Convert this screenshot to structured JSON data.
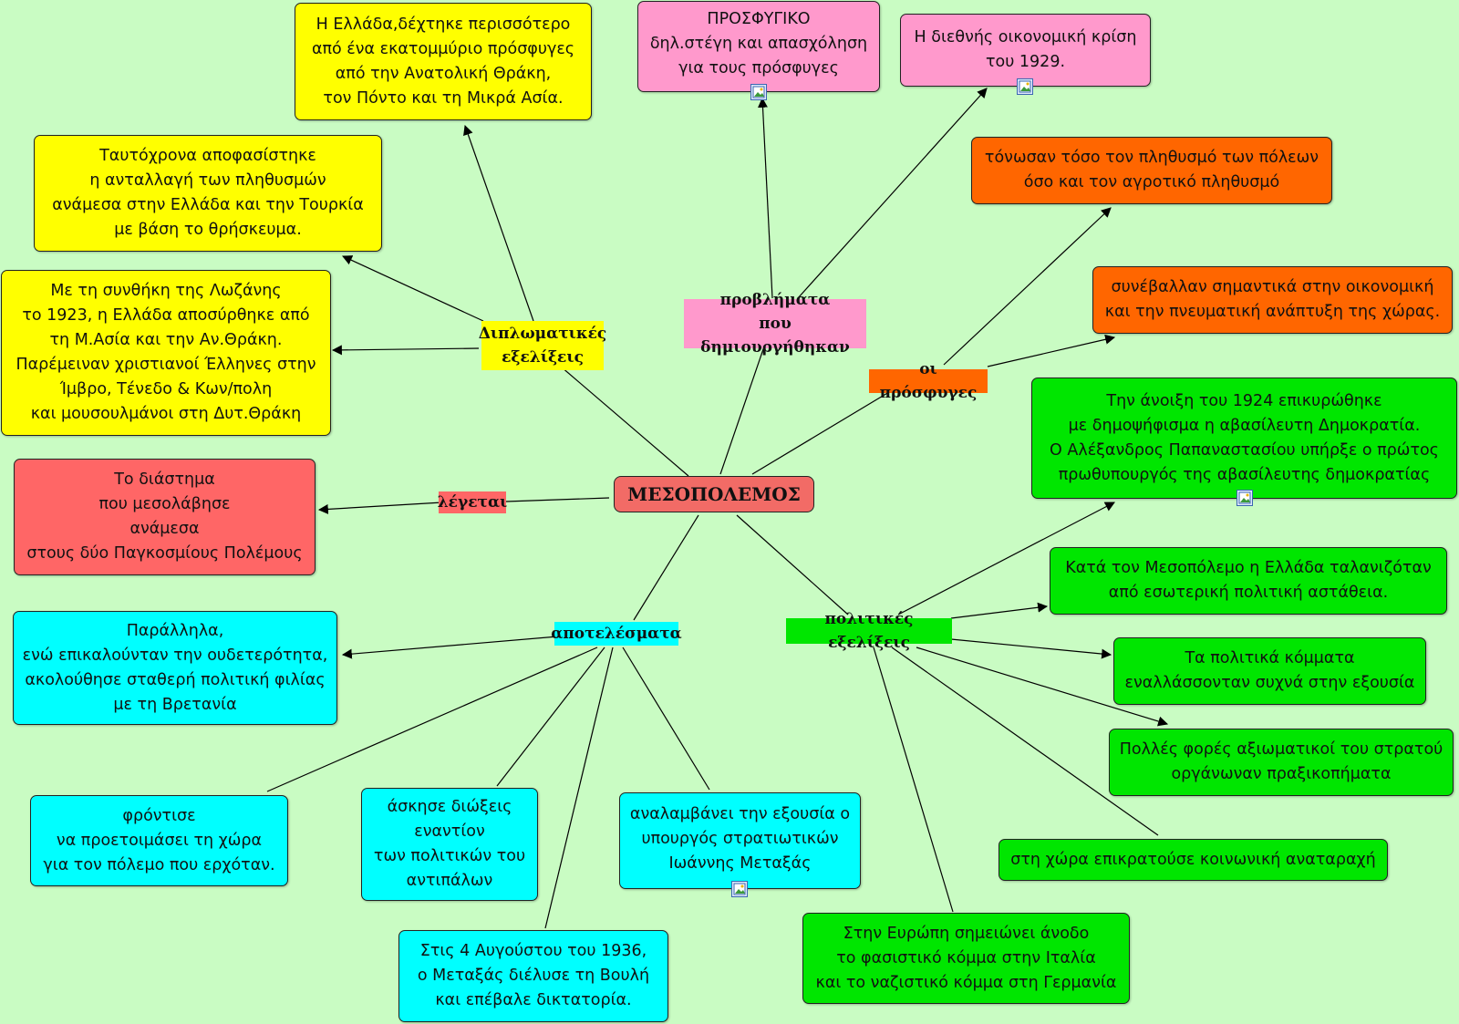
{
  "colors": {
    "background": "#c9fcc3",
    "center": "#f26b66",
    "yellow": "#ffff00",
    "pink": "#ff99cc",
    "orange": "#ff6600",
    "green": "#00e600",
    "cyan": "#00ffff",
    "red": "#ff6666"
  },
  "center": {
    "title": "ΜΕΣΟΠΟΛΕΜΟΣ"
  },
  "labels": {
    "diplomatic": "Διπλωματικές\nεξελίξεις",
    "problems": "προβλήματα\nπου δημιουργήθηκαν",
    "refugees": "οι πρόσφυγες",
    "called": "λέγεται",
    "results": "αποτελέσματα",
    "political": "πολιτικές εξελίξεις"
  },
  "nodes": {
    "refugees_count": "Η Ελλάδα,δέχτηκε περισσότερο\nαπό ένα εκατομμύριο πρόσφυγες\nαπό την Ανατολική Θράκη,\nτον Πόντο και τη Μικρά Ασία.",
    "exchange": "Ταυτόχρονα αποφασίστηκε\nη ανταλλαγή των πληθυσμών\nανάμεσα στην Ελλάδα και την Τουρκία\nμε βάση το θρήσκευμα.",
    "lausanne": "Με τη συνθήκη της Λωζάνης\nτο 1923, η Ελλάδα αποσύρθηκε από\nτη Μ.Ασία και την Αν.Θράκη.\nΠαρέμειναν χριστιανοί Έλληνες στην\nΊμβρο, Τένεδο & Κων/πολη\nκαι μουσουλμάνοι στη Δυτ.Θράκη",
    "period": "Το διάστημα\nπου μεσολάβησε\nανάμεσα\nστους δύο Παγκοσμίους Πολέμους",
    "refugee_problem": "ΠΡΟΣΦΥΓΙΚΟ\nδηλ.στέγη και απασχόληση\nγια τους πρόσφυγες",
    "crisis": "Η διεθνής οικονομική κρίση\nτου 1929.",
    "strengthened": "τόνωσαν τόσο τον πληθυσμό των πόλεων\nόσο και τον αγροτικό πληθυσμό",
    "contributed": "συνέβαλλαν σημαντικά στην οικονομική\nκαι την πνευματική ανάπτυξη της χώρας.",
    "republic": "Την άνοιξη του 1924  επικυρώθηκε\nμε δημοψήφισμα η αβασίλευτη Δημοκρατία.\nΟ Αλέξανδρος Παπαναστασίου υπήρξε ο πρώτος\nπρωθυπουργός της αβασίλευτης δημοκρατίας",
    "instability": "Κατά τον Μεσοπόλεμο η Ελλάδα ταλανιζόταν\nαπό εσωτερική πολιτική αστάθεια.",
    "parties": "Τα πολιτικά κόμματα\nεναλλάσσονταν συχνά στην εξουσία",
    "coups": "Πολλές φορές αξιωματικοί του στρατού\nοργάνωναν πραξικοπήματα",
    "unrest": "στη χώρα επικρατούσε κοινωνική αναταραχή",
    "fascism": "Στην Ευρώπη σημειώνει άνοδο\nτο φασιστικό κόμμα στην Ιταλία\nκαι το ναζιστικό κόμμα στη Γερμανία",
    "neutrality": "Παράλληλα,\nενώ επικαλούνταν την ουδετερότητα,\nακολούθησε σταθερή πολιτική φιλίας\nμε τη Βρετανία",
    "prepare": "φρόντισε\nνα προετοιμάσει τη χώρα\nγια τον πόλεμο που ερχόταν.",
    "persecution": "άσκησε διώξεις\nεναντίον\nτων πολιτικών του\nαντιπάλων",
    "metaxas_power": "αναλαμβάνει την εξουσία ο\nυπουργός στρατιωτικών\nΙωάννης Μεταξάς",
    "dictatorship": "Στις 4 Αυγούστου του 1936,\nο Μεταξάς διέλυσε τη Βουλή\nκαι επέβαλε δικτατορία."
  },
  "icons": [
    "image-icon",
    "image-icon",
    "image-icon",
    "image-icon"
  ]
}
